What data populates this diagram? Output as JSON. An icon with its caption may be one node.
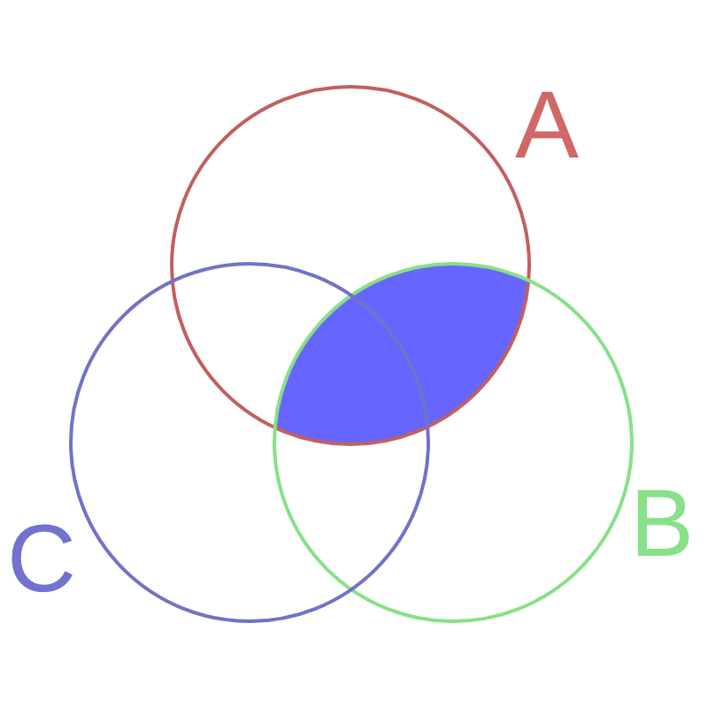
{
  "diagram": {
    "nodes": [
      {
        "text": [
          "A"
        ]
      },
      {
        "text": [
          "B"
        ]
      },
      {
        "text": [
          "C"
        ]
      },
      {
        "text": [],
        "shape": "lens"
      }
    ]
  }
}
